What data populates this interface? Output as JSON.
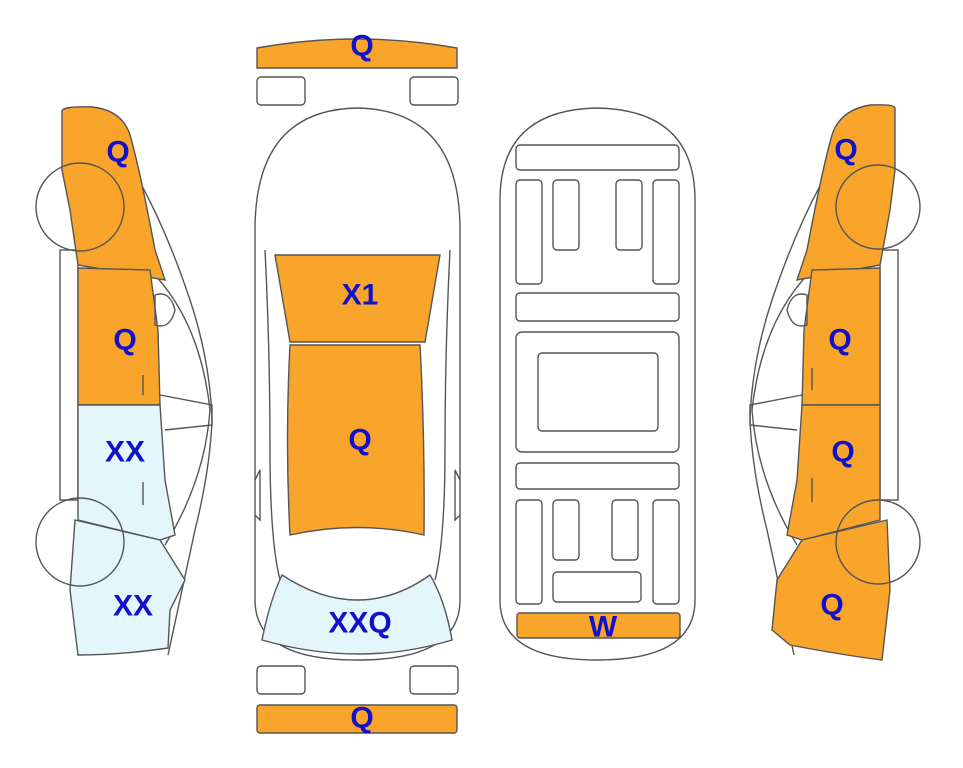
{
  "colors": {
    "damaged": "#f9a52b",
    "minor": "#e3f6fc",
    "label": "#1111cc",
    "outline": "#555555"
  },
  "icons": [
    "car-side-left-outline",
    "car-top-outline",
    "car-underside-outline",
    "car-side-right-outline"
  ],
  "panels": {
    "front_bumper": {
      "code": "Q",
      "status": "damaged"
    },
    "rear_bumper": {
      "code": "Q",
      "status": "damaged"
    },
    "hood": {
      "code": "X1",
      "status": "damaged"
    },
    "roof": {
      "code": "Q",
      "status": "damaged"
    },
    "trunk": {
      "code": "XXQ",
      "status": "minor"
    },
    "underbody_rear": {
      "code": "W",
      "status": "damaged"
    },
    "left_front_fender": {
      "code": "Q",
      "status": "damaged"
    },
    "left_front_door": {
      "code": "Q",
      "status": "damaged"
    },
    "left_rear_door": {
      "code": "XX",
      "status": "minor"
    },
    "left_rear_quarter": {
      "code": "XX",
      "status": "minor"
    },
    "right_front_fender": {
      "code": "Q",
      "status": "damaged"
    },
    "right_front_door": {
      "code": "Q",
      "status": "damaged"
    },
    "right_rear_door": {
      "code": "Q",
      "status": "damaged"
    },
    "right_rear_quarter": {
      "code": "Q",
      "status": "damaged"
    }
  }
}
